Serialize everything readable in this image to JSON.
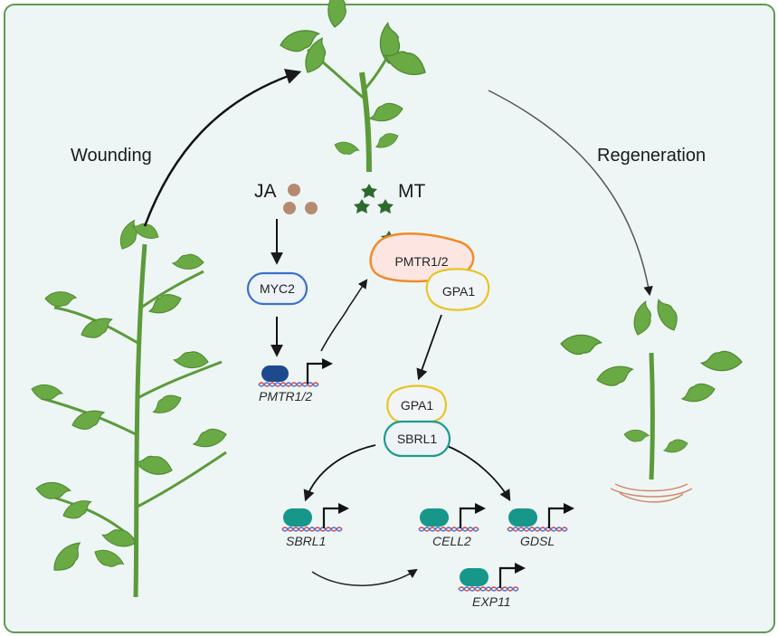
{
  "process_labels": {
    "wounding": "Wounding",
    "regeneration": "Regeneration"
  },
  "signals": {
    "ja": "JA",
    "mt": "MT"
  },
  "proteins": {
    "myc2": "MYC2",
    "pmtr_complex": "PMTR1/2",
    "gpa1_upper": "GPA1",
    "gpa1_lower": "GPA1",
    "sbrl1": "SBRL1"
  },
  "genes": {
    "pmtr": "PMTR1/2",
    "sbrl1": "SBRL1",
    "cell2": "CELL2",
    "gdsl": "GDSL",
    "exp11": "EXP11"
  },
  "colors": {
    "frame_border": "#5f9a52",
    "background": "#eef6f5",
    "leaf": "#6aaa44",
    "ja_dot": "#b58a72",
    "mt_star": "#2d6a2e",
    "myc2_border": "#3b6fcf",
    "pmtr_border": "#f08a2a",
    "pmtr_fill": "#fde6e2",
    "gpa1_border": "#e9c422",
    "sbrl1_border": "#1f9a8c",
    "tf_teal": "#17968a",
    "tf_navy": "#1c4a8c"
  }
}
